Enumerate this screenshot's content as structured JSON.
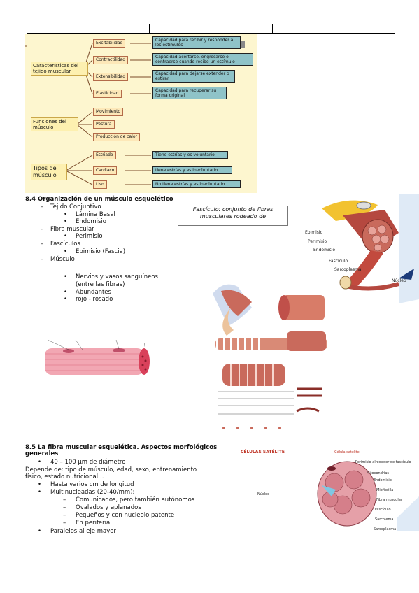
{
  "concept_map": {
    "groups": [
      {
        "label": "Características del tejido muscular",
        "items": [
          {
            "name": "Excitabilidad",
            "desc": "Capacidad para recibir y responder a los estímulos"
          },
          {
            "name": "Contractilidad",
            "desc": "Capacidad acortarse, engrosarse o contraerse cuando recibe un estímulo"
          },
          {
            "name": "Extensibilidad",
            "desc": "Capacidad para dejarse extender o estirar"
          },
          {
            "name": "Elasticidad",
            "desc": "Capacidad para recuperar su forma original"
          }
        ]
      },
      {
        "label": "Funciones del músculo",
        "items": [
          {
            "name": "Movimiento"
          },
          {
            "name": "Postura"
          },
          {
            "name": "Producción de calor"
          }
        ]
      },
      {
        "label": "Tipos de músculo",
        "items": [
          {
            "name": "Estriado",
            "desc": "Tiene estrías y es voluntario"
          },
          {
            "name": "Cardiaco",
            "desc": "tiene estrías y es involuntario"
          },
          {
            "name": "Liso",
            "desc": "No tiene estrías y es involuntario"
          }
        ]
      }
    ]
  },
  "section1": {
    "heading": "8.4 Organización de un músculo esquelético",
    "items": [
      {
        "marker": "–",
        "text": "Tejido Conjuntivo"
      },
      {
        "marker": "•",
        "text": "Lámina Basal"
      },
      {
        "marker": "•",
        "text": "Endomisio"
      },
      {
        "marker": "-",
        "text": "Fibra muscular"
      },
      {
        "marker": "•",
        "text": "Perimisio"
      },
      {
        "marker": "–",
        "text": "Fascículos"
      },
      {
        "marker": "•",
        "text": "Epimisio (Fascia)"
      },
      {
        "marker": "–",
        "text": "Músculo"
      },
      {
        "marker": "•",
        "text": "Nervios y vasos sanguíneos"
      },
      {
        "marker": "",
        "text": "(entre las fibras)"
      },
      {
        "marker": "•",
        "text": "Abundantes"
      },
      {
        "marker": "•",
        "text": "rojo - rosado"
      }
    ],
    "callout": "Fascículo: conjunto de fibras musculares rodeado de"
  },
  "fig_top_right": {
    "labels": [
      "Epimisio",
      "Perimisio",
      "Endomisio",
      "Fascículo",
      "Sarcoplasma",
      "Núcleo"
    ]
  },
  "section2": {
    "heading_line1": "8.5 La fibra muscular esquelética. Aspectos morfológicos",
    "heading_line2": "generales",
    "lines": [
      {
        "marker": "•",
        "text": "40 – 100 µm de diámetro"
      },
      {
        "marker": "",
        "text": "Depende de: tipo de músculo, edad, sexo,  entrenamiento"
      },
      {
        "marker": "",
        "text": "físico, estado nutricional…"
      },
      {
        "marker": "•",
        "text": "Hasta varios cm de longitud"
      },
      {
        "marker": "•",
        "text": "Multinucleadas (20-40/mm):"
      },
      {
        "marker": "–",
        "text": "Comunicados, pero también autónomos"
      },
      {
        "marker": "–",
        "text": "Ovalados y aplanados"
      },
      {
        "marker": "–",
        "text": "Pequeños y con nucleolo patente"
      },
      {
        "marker": "–",
        "text": "En periferia"
      },
      {
        "marker": "•",
        "text": "Paralelos al eje mayor"
      }
    ]
  },
  "fig_satellite": {
    "title": "CÉLULAS SATÉLITE",
    "labels": [
      "Célula satélite",
      "Perimisio alrededor de fascículo",
      "Mitocondrias",
      "Endomisio",
      "Miofibrilla",
      "Fibra muscular",
      "Fascículo",
      "Sarcolema",
      "Sarcoplasma",
      "Núcleo"
    ]
  },
  "colors": {
    "map_bg": "#fdf6cf",
    "desc_box": "#8fc3c8",
    "muscle": "#b5483f"
  }
}
